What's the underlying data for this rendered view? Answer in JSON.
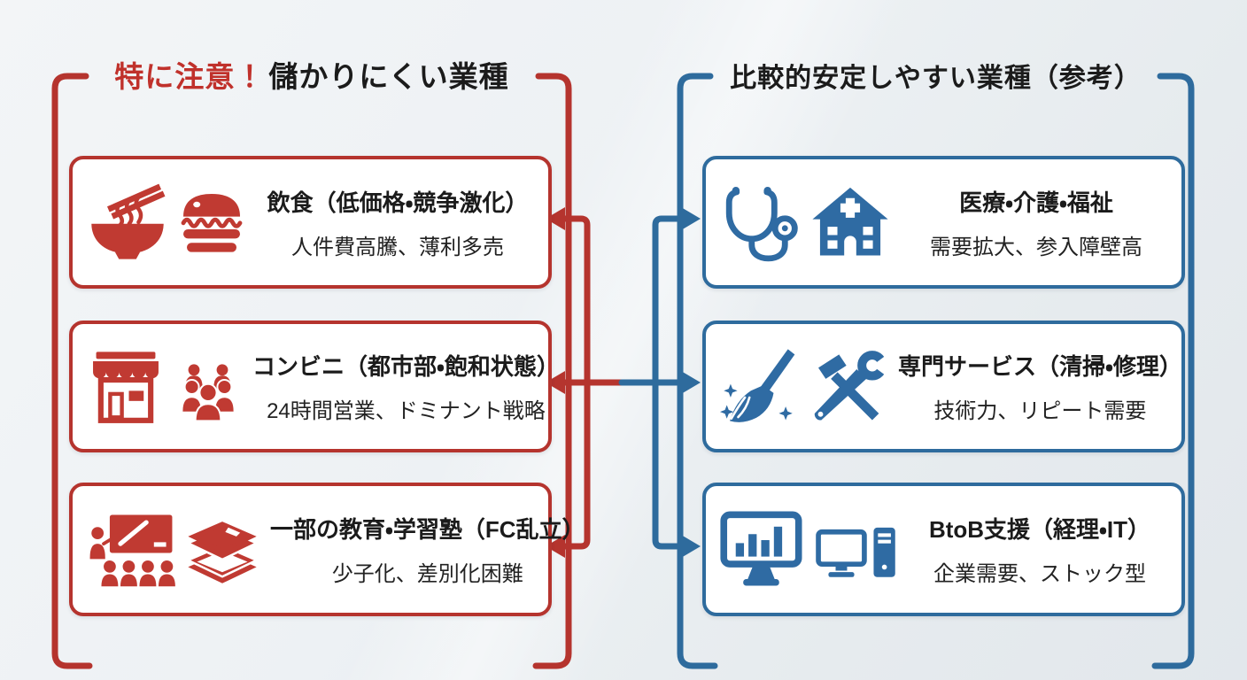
{
  "colors": {
    "warning_red": "#b5342e",
    "stable_blue": "#2e6b9d",
    "title_red": "#c0312b",
    "text": "#1b1b1b",
    "card_background": "#ffffff",
    "page_background": "#edf1f4"
  },
  "left_group": {
    "title_highlight": "特に注意！",
    "title_rest": "儲かりにくい業種",
    "cards": [
      {
        "title": "飲食（低価格・競争激化）",
        "subtitle": "人件費高騰、薄利多売",
        "icons": [
          "ramen-bowl-icon",
          "hamburger-icon"
        ]
      },
      {
        "title": "コンビニ（都市部・飽和状態）",
        "subtitle": "24時間営業、ドミナント戦略",
        "icons": [
          "store-icon",
          "people-group-icon"
        ]
      },
      {
        "title": "一部の教育・学習塾（FC乱立）",
        "subtitle": "少子化、差別化困難",
        "icons": [
          "classroom-icon",
          "books-icon"
        ]
      }
    ]
  },
  "right_group": {
    "title": "比較的安定しやすい業種（参考）",
    "cards": [
      {
        "title": "医療・介護・福祉",
        "subtitle": "需要拡大、参入障壁高",
        "icons": [
          "stethoscope-icon",
          "hospital-icon"
        ]
      },
      {
        "title": "専門サービス（清掃・修理）",
        "subtitle": "技術力、リピート需要",
        "icons": [
          "broom-icon",
          "tools-icon"
        ]
      },
      {
        "title": "BtoB支援（経理・IT）",
        "subtitle": "企業需要、ストック型",
        "icons": [
          "chart-monitor-icon",
          "desktop-pc-icon"
        ]
      }
    ]
  },
  "connectors": {
    "rows": 3,
    "left_arrows_color": "#b5342e",
    "right_arrows_color": "#2e6b9d",
    "middle_row_linked": true
  }
}
